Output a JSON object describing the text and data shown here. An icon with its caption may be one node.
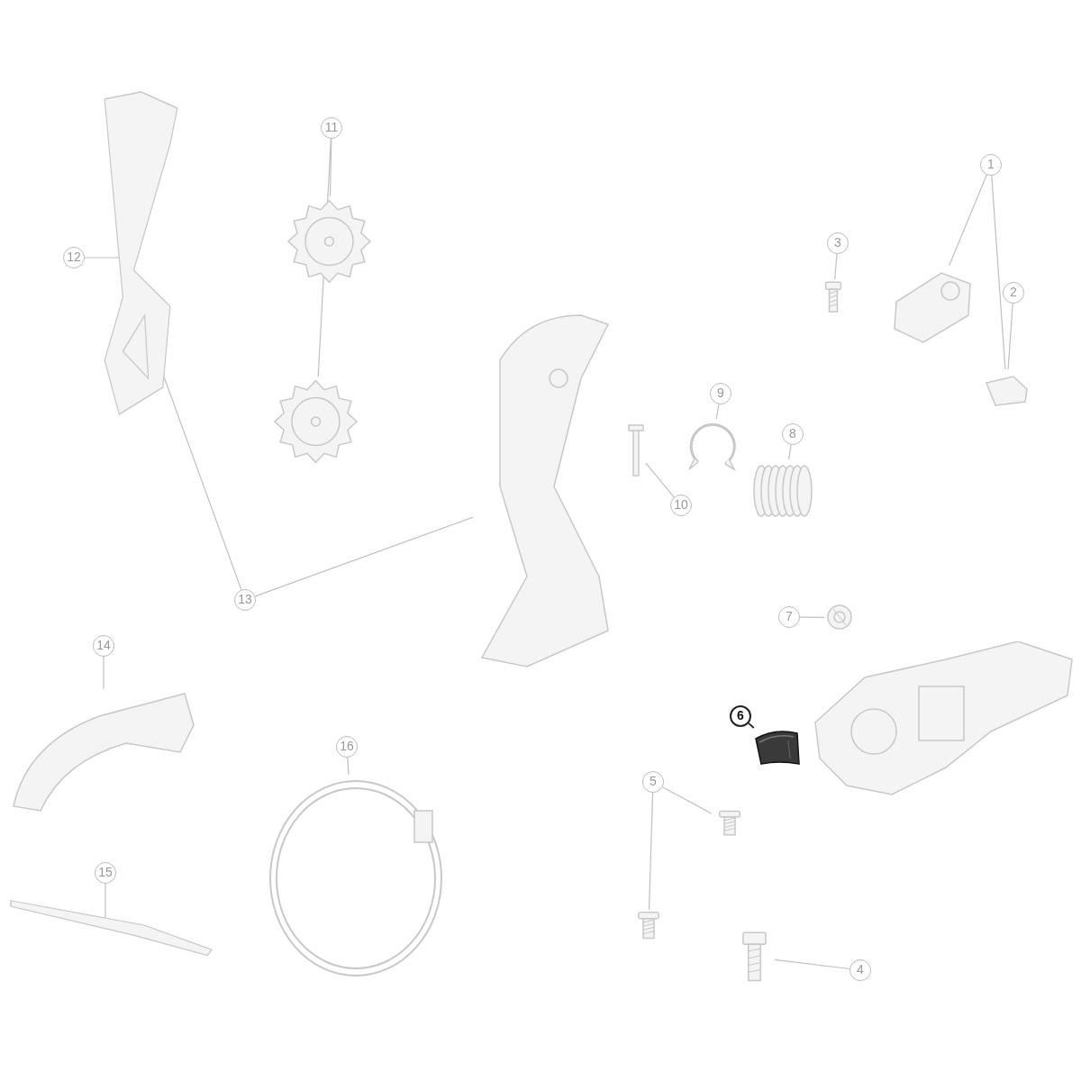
{
  "diagram": {
    "nodes": [
      {
        "text": [
          "1"
        ]
      },
      {
        "text": [
          "2"
        ]
      },
      {
        "text": [
          "3"
        ]
      },
      {
        "text": [
          "4"
        ]
      },
      {
        "text": [
          "5"
        ]
      },
      {
        "text": [
          "6"
        ]
      },
      {
        "text": [
          "7"
        ]
      },
      {
        "text": [
          "8"
        ]
      },
      {
        "text": [
          "9"
        ]
      },
      {
        "text": [
          "10"
        ]
      },
      {
        "text": [
          "11"
        ]
      },
      {
        "text": [
          "12"
        ]
      },
      {
        "text": [
          "13"
        ]
      },
      {
        "text": [
          "14"
        ]
      },
      {
        "text": [
          "15"
        ]
      },
      {
        "text": [
          "16"
        ]
      },
      {
        "text": [],
        "shape": "picture"
      },
      {
        "text": [],
        "shape": "picture"
      },
      {
        "text": [],
        "shape": "picture"
      },
      {
        "text": [],
        "shape": "picture"
      },
      {
        "text": [],
        "shape": "picture"
      },
      {
        "text": [],
        "shape": "picture"
      },
      {
        "text": [],
        "shape": "picture"
      },
      {
        "text": [],
        "shape": "picture"
      },
      {
        "text": [],
        "shape": "picture"
      },
      {
        "text": [],
        "shape": "picture"
      },
      {
        "text": [],
        "shape": "picture"
      },
      {
        "text": [],
        "shape": "picture"
      },
      {
        "text": [],
        "shape": "picture"
      },
      {
        "text": [],
        "shape": "picture"
      },
      {
        "text": [],
        "shape": "picture"
      },
      {
        "text": [],
        "shape": "picture"
      },
      {
        "text": [],
        "shape": "picture"
      },
      {
        "text": [],
        "shape": "picture"
      }
    ],
    "edges": [
      {
        "from": 0,
        "to": 16,
        "arrow": "none"
      },
      {
        "from": 0,
        "to": 17,
        "arrow": "none"
      },
      {
        "from": 1,
        "to": 17,
        "arrow": "none"
      },
      {
        "from": 2,
        "to": 18,
        "arrow": "none"
      },
      {
        "from": 3,
        "to": 19,
        "arrow": "none"
      },
      {
        "from": 4,
        "to": 20,
        "arrow": "none"
      },
      {
        "from": 4,
        "to": 21,
        "arrow": "none"
      },
      {
        "from": 5,
        "to": 22,
        "arrow": "none",
        "color": "#222222"
      },
      {
        "from": 6,
        "to": 23,
        "arrow": "none"
      },
      {
        "from": 7,
        "to": 24,
        "arrow": "none"
      },
      {
        "from": 8,
        "to": 25,
        "arrow": "none"
      },
      {
        "from": 9,
        "to": 26,
        "arrow": "none"
      },
      {
        "from": 10,
        "to": 27,
        "arrow": "none"
      },
      {
        "from": 10,
        "to": 28,
        "arrow": "none"
      },
      {
        "from": 11,
        "to": 29,
        "arrow": "none"
      },
      {
        "from": 12,
        "to": 29,
        "arrow": "none"
      },
      {
        "from": 12,
        "to": 30,
        "arrow": "none"
      },
      {
        "from": 13,
        "to": 31,
        "arrow": "none"
      },
      {
        "from": 14,
        "to": 32,
        "arrow": "none"
      },
      {
        "from": 15,
        "to": 33,
        "arrow": "none"
      }
    ]
  }
}
